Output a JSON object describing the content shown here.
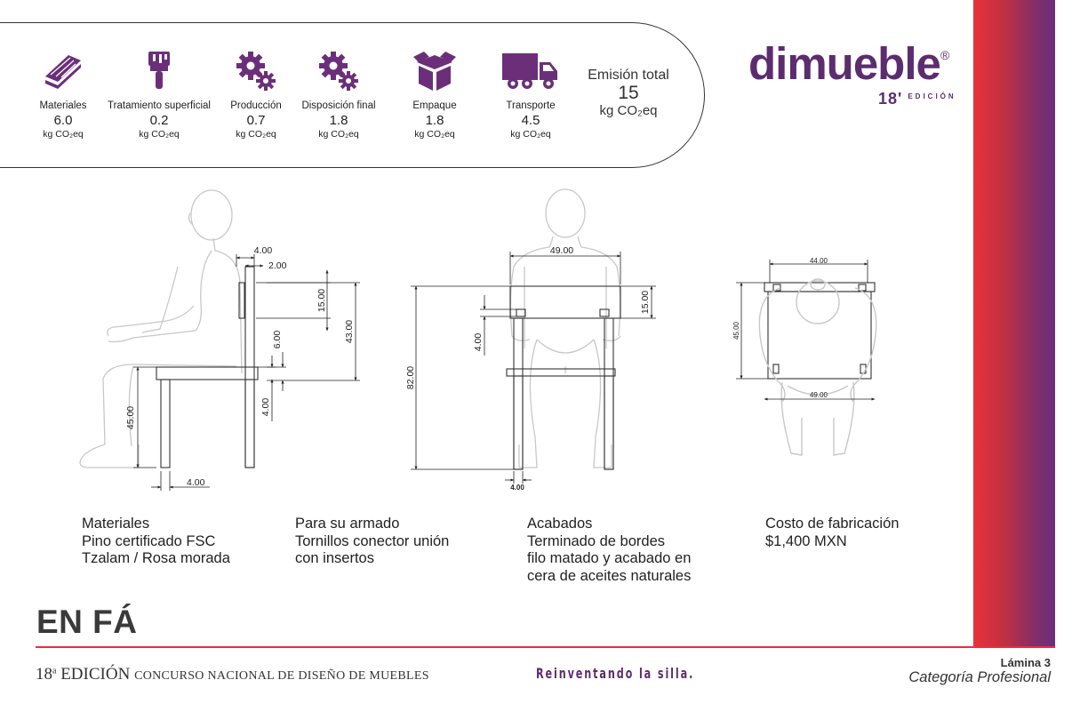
{
  "emissions": {
    "items": [
      {
        "name": "Materiales",
        "value": "6.0",
        "unit": "kg CO₂eq",
        "icon": "wood-planks-icon"
      },
      {
        "name": "Tratamiento superficial",
        "value": "0.2",
        "unit": "kg CO₂eq",
        "icon": "paint-brush-icon"
      },
      {
        "name": "Producción",
        "value": "0.7",
        "unit": "kg CO₂eq",
        "icon": "gears-icon"
      },
      {
        "name": "Disposición final",
        "value": "1.8",
        "unit": "kg CO₂eq",
        "icon": "gears-icon"
      },
      {
        "name": "Empaque",
        "value": "1.8",
        "unit": "kg CO₂eq",
        "icon": "box-icon"
      },
      {
        "name": "Transporte",
        "value": "4.5",
        "unit": "kg CO₂eq",
        "icon": "truck-icon"
      }
    ],
    "total_label": "Emisión total",
    "total_value": "15",
    "total_unit": "kg CO₂eq"
  },
  "brand": {
    "name": "dimueble",
    "registered": "®",
    "edition_num": "18'",
    "edition_word": "EDICIÓN",
    "color": "#5c2d6e"
  },
  "accent_colors": {
    "red": "#e8323a",
    "purple": "#6b2f7a"
  },
  "dimensions": {
    "side": {
      "d1": "4.00",
      "d2": "2.00",
      "d3": "15.00",
      "d4": "43.00",
      "d5": "6.00",
      "d6": "4.00",
      "d7": "45.00",
      "d8": "4.00"
    },
    "front": {
      "width": "49.00",
      "back_h": "15.00",
      "rail": "4.00",
      "total_h": "82.00",
      "leg": "4.00"
    },
    "top": {
      "depth": "44.00",
      "height": "45.00",
      "width": "49.00"
    }
  },
  "info": {
    "materials": [
      "Materiales",
      "Pino certificado FSC",
      "Tzalam / Rosa morada"
    ],
    "assembly": [
      "Para su armado",
      "Tornillos conector unión",
      "con insertos"
    ],
    "finish": [
      "Acabados",
      "Terminado de bordes",
      "filo matado y acabado en",
      "cera de aceites naturales"
    ],
    "cost": [
      "Costo de fabricación",
      "$1,400 MXN"
    ]
  },
  "product_name": "EN FÁ",
  "footer": {
    "edition": "18",
    "edition_sup": "a",
    "edition_word": " EDICIÓN ",
    "contest": "CONCURSO NACIONAL DE DISEÑO DE MUEBLES",
    "tagline": "Reinventando la silla.",
    "sheet": "Lámina 3",
    "category": "Categoría Profesional"
  }
}
